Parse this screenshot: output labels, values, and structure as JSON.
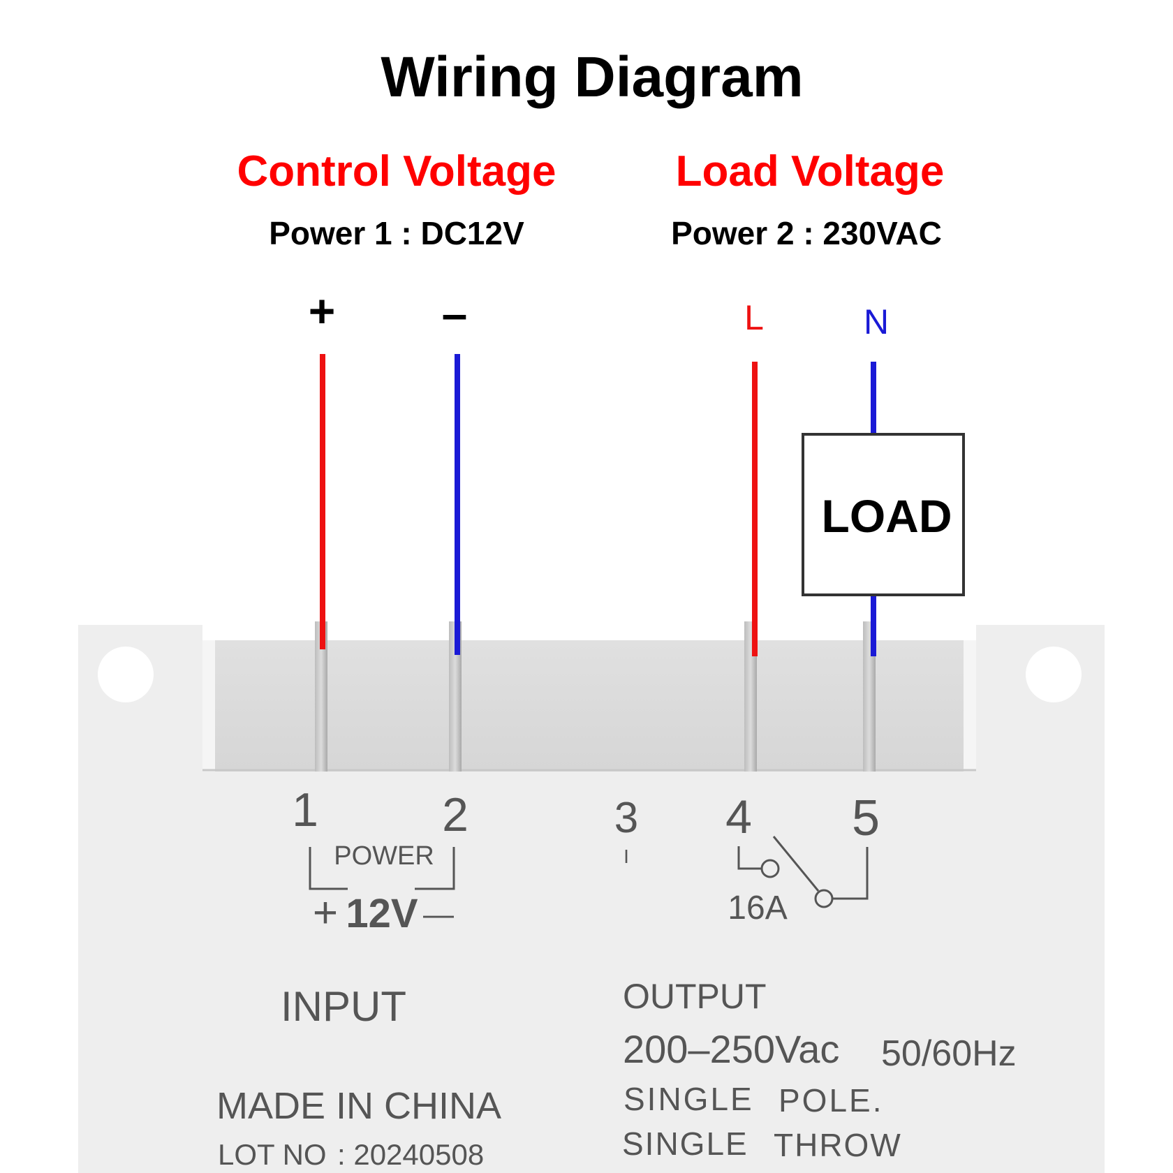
{
  "title": "Wiring Diagram",
  "control": {
    "heading": "Control Voltage",
    "power": "Power 1 : DC12V",
    "plus": "+",
    "minus": "–"
  },
  "load": {
    "heading": "Load Voltage",
    "power": "Power 2 : 230VAC",
    "line": "L",
    "neutral": "N",
    "box_label": "LOAD"
  },
  "device": {
    "terminals": [
      "1",
      "2",
      "3",
      "4",
      "5"
    ],
    "terminal3_mark": "I",
    "power_label": "POWER",
    "plus_sign": "+",
    "voltage": "12V",
    "minus_sign": "—",
    "rating": "16A",
    "input_label": "INPUT",
    "output_label": "OUTPUT",
    "output_voltage": "200–250Vac",
    "output_freq": "50/60Hz",
    "single_pole": [
      "SINGLE",
      "POLE."
    ],
    "single_throw": [
      "SINGLE",
      "THROW"
    ],
    "made_in": "MADE IN CHINA",
    "lot_label": "LOT NO",
    "lot_value": ": 20240508"
  },
  "colors": {
    "heading_red": "#ff0000",
    "wire_red": "#ee1111",
    "wire_blue": "#1a1ad6",
    "neutral_blue": "#1a1ad6",
    "housing": "#eeeeee",
    "panel_text": "#555555"
  }
}
